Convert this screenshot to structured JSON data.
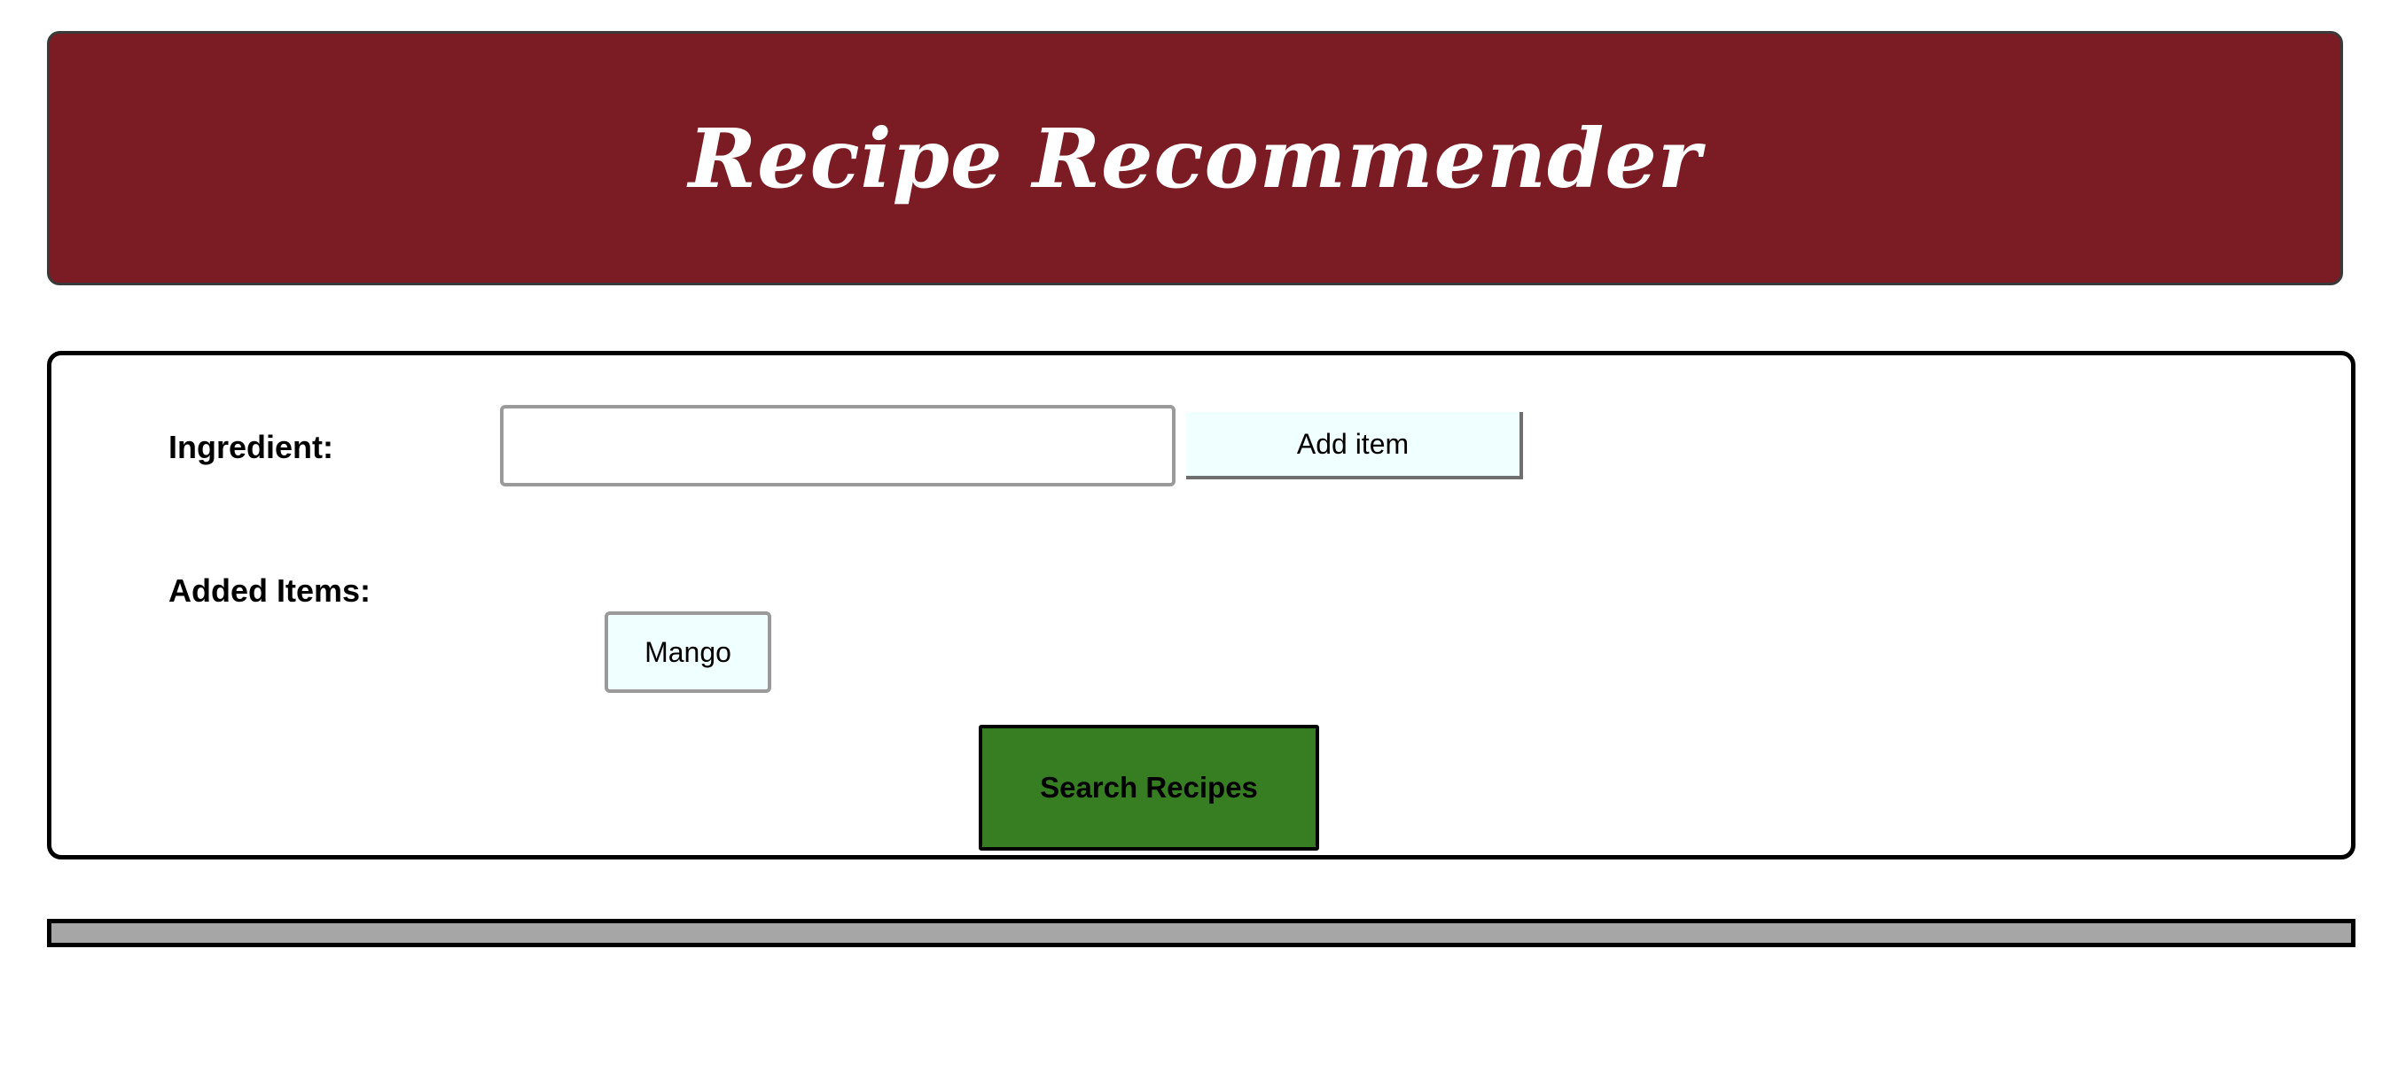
{
  "header": {
    "title": "Recipe Recommender"
  },
  "form": {
    "ingredient_label": "Ingredient:",
    "ingredient_value": "",
    "add_button_label": "Add item",
    "added_items_label": "Added Items:",
    "added_items": [
      "Mango"
    ],
    "search_button_label": "Search Recipes"
  },
  "colors": {
    "header_bg": "#7b1c24",
    "item_bg": "#f0ffff",
    "search_bg": "#377d22",
    "footer_bg": "#a6a6a6"
  }
}
